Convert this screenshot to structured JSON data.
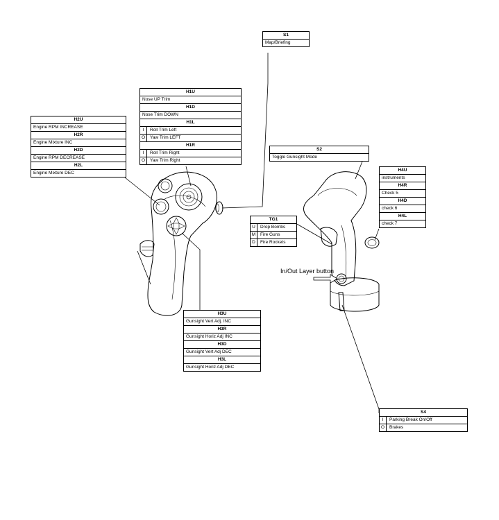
{
  "boxes": {
    "s1": {
      "title": "S1",
      "rows": [
        {
          "text": "Map/Briefing"
        }
      ]
    },
    "h1": {
      "sections": [
        {
          "title": "H1U",
          "rows": [
            {
              "text": "Nose UP Trim"
            }
          ]
        },
        {
          "title": "H1D",
          "rows": [
            {
              "text": "Nose Trim DOWN"
            }
          ]
        },
        {
          "title": "H1L",
          "rows": [
            {
              "key": "I",
              "text": "Roll Trim Left"
            },
            {
              "key": "O",
              "text": "Yaw Trim LEFT"
            }
          ]
        },
        {
          "title": "H1R",
          "rows": [
            {
              "key": "I",
              "text": "Roll Trim Right"
            },
            {
              "key": "O",
              "text": "Yaw Trim Right"
            }
          ]
        }
      ]
    },
    "h2": {
      "sections": [
        {
          "title": "H2U",
          "rows": [
            {
              "text": "Engine RPM INCREASE"
            }
          ]
        },
        {
          "title": "H2R",
          "rows": [
            {
              "text": "Engine Mixture INC"
            }
          ]
        },
        {
          "title": "H2D",
          "rows": [
            {
              "text": "Engine RPM DECREASE"
            }
          ]
        },
        {
          "title": "H2L",
          "rows": [
            {
              "text": "Engine Mixture DEC"
            }
          ]
        }
      ]
    },
    "s2": {
      "title": "S2",
      "rows": [
        {
          "text": "Toggle Gunsight Mode"
        }
      ]
    },
    "h4": {
      "sections": [
        {
          "title": "H4U",
          "rows": [
            {
              "text": "instruments"
            }
          ]
        },
        {
          "title": "H4R",
          "rows": [
            {
              "text": "Check 5"
            }
          ]
        },
        {
          "title": "H4D",
          "rows": [
            {
              "text": "check 6"
            }
          ]
        },
        {
          "title": "H4L",
          "rows": [
            {
              "text": "check 7"
            }
          ]
        }
      ]
    },
    "tg1": {
      "title": "TG1",
      "rows": [
        {
          "key": "U",
          "text": "Drop Bombs"
        },
        {
          "key": "M",
          "text": "Fire Guns"
        },
        {
          "key": "D",
          "text": "Fire Rockets"
        }
      ]
    },
    "h3": {
      "sections": [
        {
          "title": "H3U",
          "rows": [
            {
              "text": "Gunsight Vert Adj. INC"
            }
          ]
        },
        {
          "title": "H3R",
          "rows": [
            {
              "text": "Gunsight Horiz Adj INC"
            }
          ]
        },
        {
          "title": "H3D",
          "rows": [
            {
              "text": "Gunsight Vert Adj DEC"
            }
          ]
        },
        {
          "title": "H3L",
          "rows": [
            {
              "text": "Gunsight Horiz Adj DEC"
            }
          ]
        }
      ]
    },
    "s4": {
      "title": "S4",
      "rows": [
        {
          "key": "I",
          "text": "Parking Break On/Off"
        },
        {
          "key": "O",
          "text": "Brakes"
        }
      ]
    }
  },
  "callouts": {
    "inout": "In/Out Layer button"
  }
}
